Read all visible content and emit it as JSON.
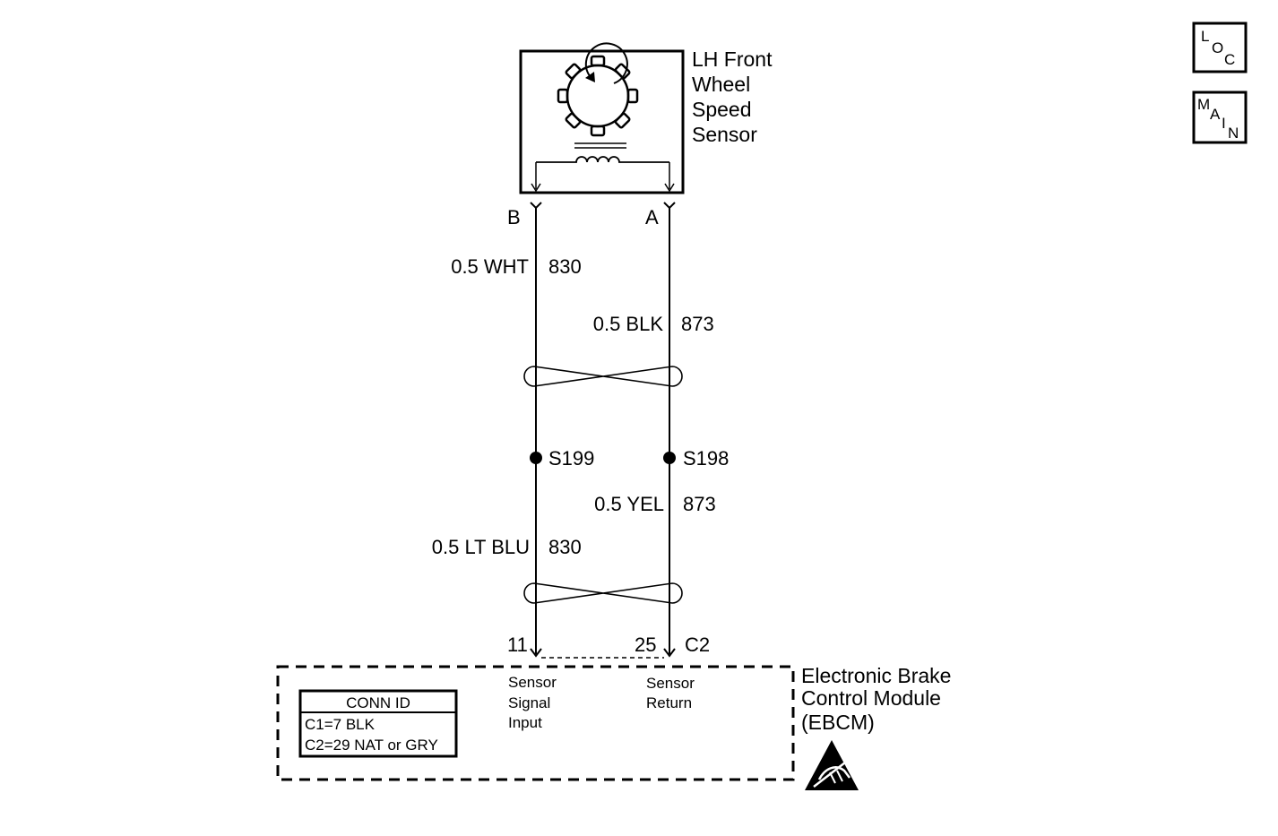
{
  "sensor": {
    "name_lines": [
      "LH Front",
      "Wheel",
      "Speed",
      "Sensor"
    ],
    "pin_b": "B",
    "pin_a": "A"
  },
  "wires": {
    "upper_left_gauge_color": "0.5 WHT",
    "upper_left_circuit": "830",
    "upper_right_gauge_color": "0.5 BLK",
    "upper_right_circuit": "873",
    "lower_right_gauge_color": "0.5 YEL",
    "lower_right_circuit": "873",
    "lower_left_gauge_color": "0.5 LT BLU",
    "lower_left_circuit": "830"
  },
  "splices": {
    "left": "S199",
    "right": "S198"
  },
  "connector": {
    "pin_left": "11",
    "pin_right": "25",
    "name": "C2"
  },
  "module": {
    "name_lines": [
      "Electronic Brake",
      "Control Module",
      "(EBCM)"
    ],
    "signal_lines": [
      "Sensor",
      "Signal",
      "Input"
    ],
    "return_lines": [
      "Sensor",
      "Return"
    ],
    "conn_id": {
      "title": "CONN ID",
      "rows": [
        "C1=7 BLK",
        "C2=29 NAT or GRY"
      ]
    }
  },
  "nav": {
    "loc": {
      "letters": [
        "L",
        "O",
        "C"
      ]
    },
    "main": {
      "letters": [
        "M",
        "A",
        "I",
        "N"
      ]
    }
  },
  "icons": {
    "esd": "esd-warning-icon",
    "sensor": "tone-ring-coil-icon"
  }
}
